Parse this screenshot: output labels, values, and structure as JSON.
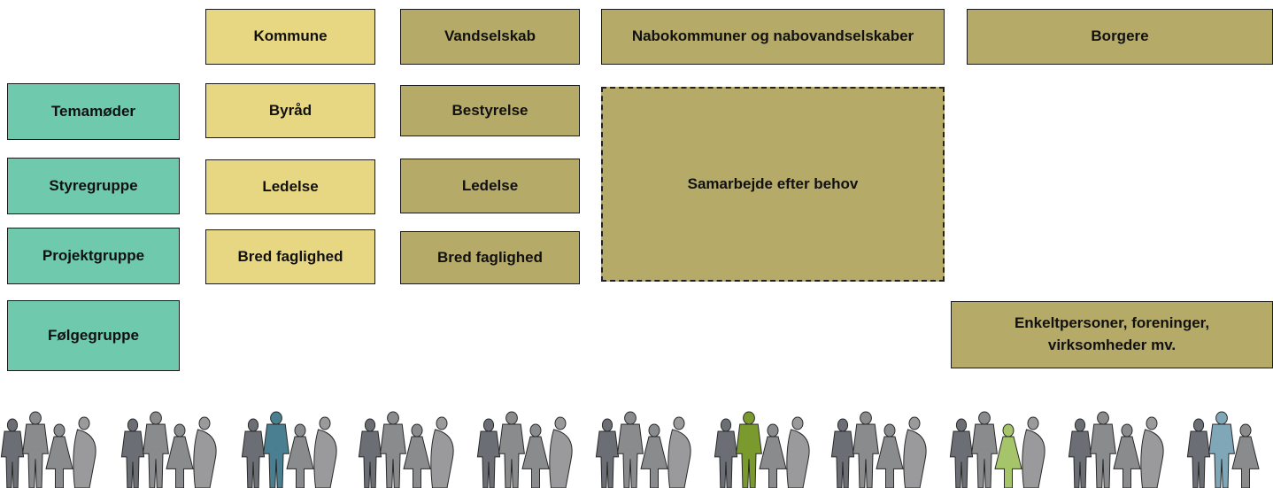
{
  "headers": {
    "kommune": "Kommune",
    "vandselskab": "Vandselskab",
    "nabo": "Nabokommuner og nabovandselskaber",
    "borgere": "Borgere"
  },
  "groups": {
    "temamoder": "Temamøder",
    "styregruppe": "Styregruppe",
    "projektgruppe": "Projektgruppe",
    "folgegruppe": "Følgegruppe"
  },
  "kommune": {
    "byrad": "Byråd",
    "ledelse": "Ledelse",
    "bred": "Bred faglighed"
  },
  "vandselskab": {
    "bestyrelse": "Bestyrelse",
    "ledelse": "Ledelse",
    "bred": "Bred faglighed"
  },
  "samarbejde": "Samarbejde efter behov",
  "borgere": {
    "line1": "Enkeltpersoner, foreninger,",
    "line2": "virksomheder mv."
  },
  "colors": {
    "teal": "#6fc9ac",
    "yellow": "#e8d782",
    "olive": "#b5aa68",
    "figure_gray": "#8a8b8d",
    "figure_dark": "#6b6e74",
    "accent_blue": "#4a7f92",
    "accent_green": "#7a9a2e",
    "accent_lightgreen": "#a6c46a",
    "accent_lightblue": "#7fa7b8"
  }
}
